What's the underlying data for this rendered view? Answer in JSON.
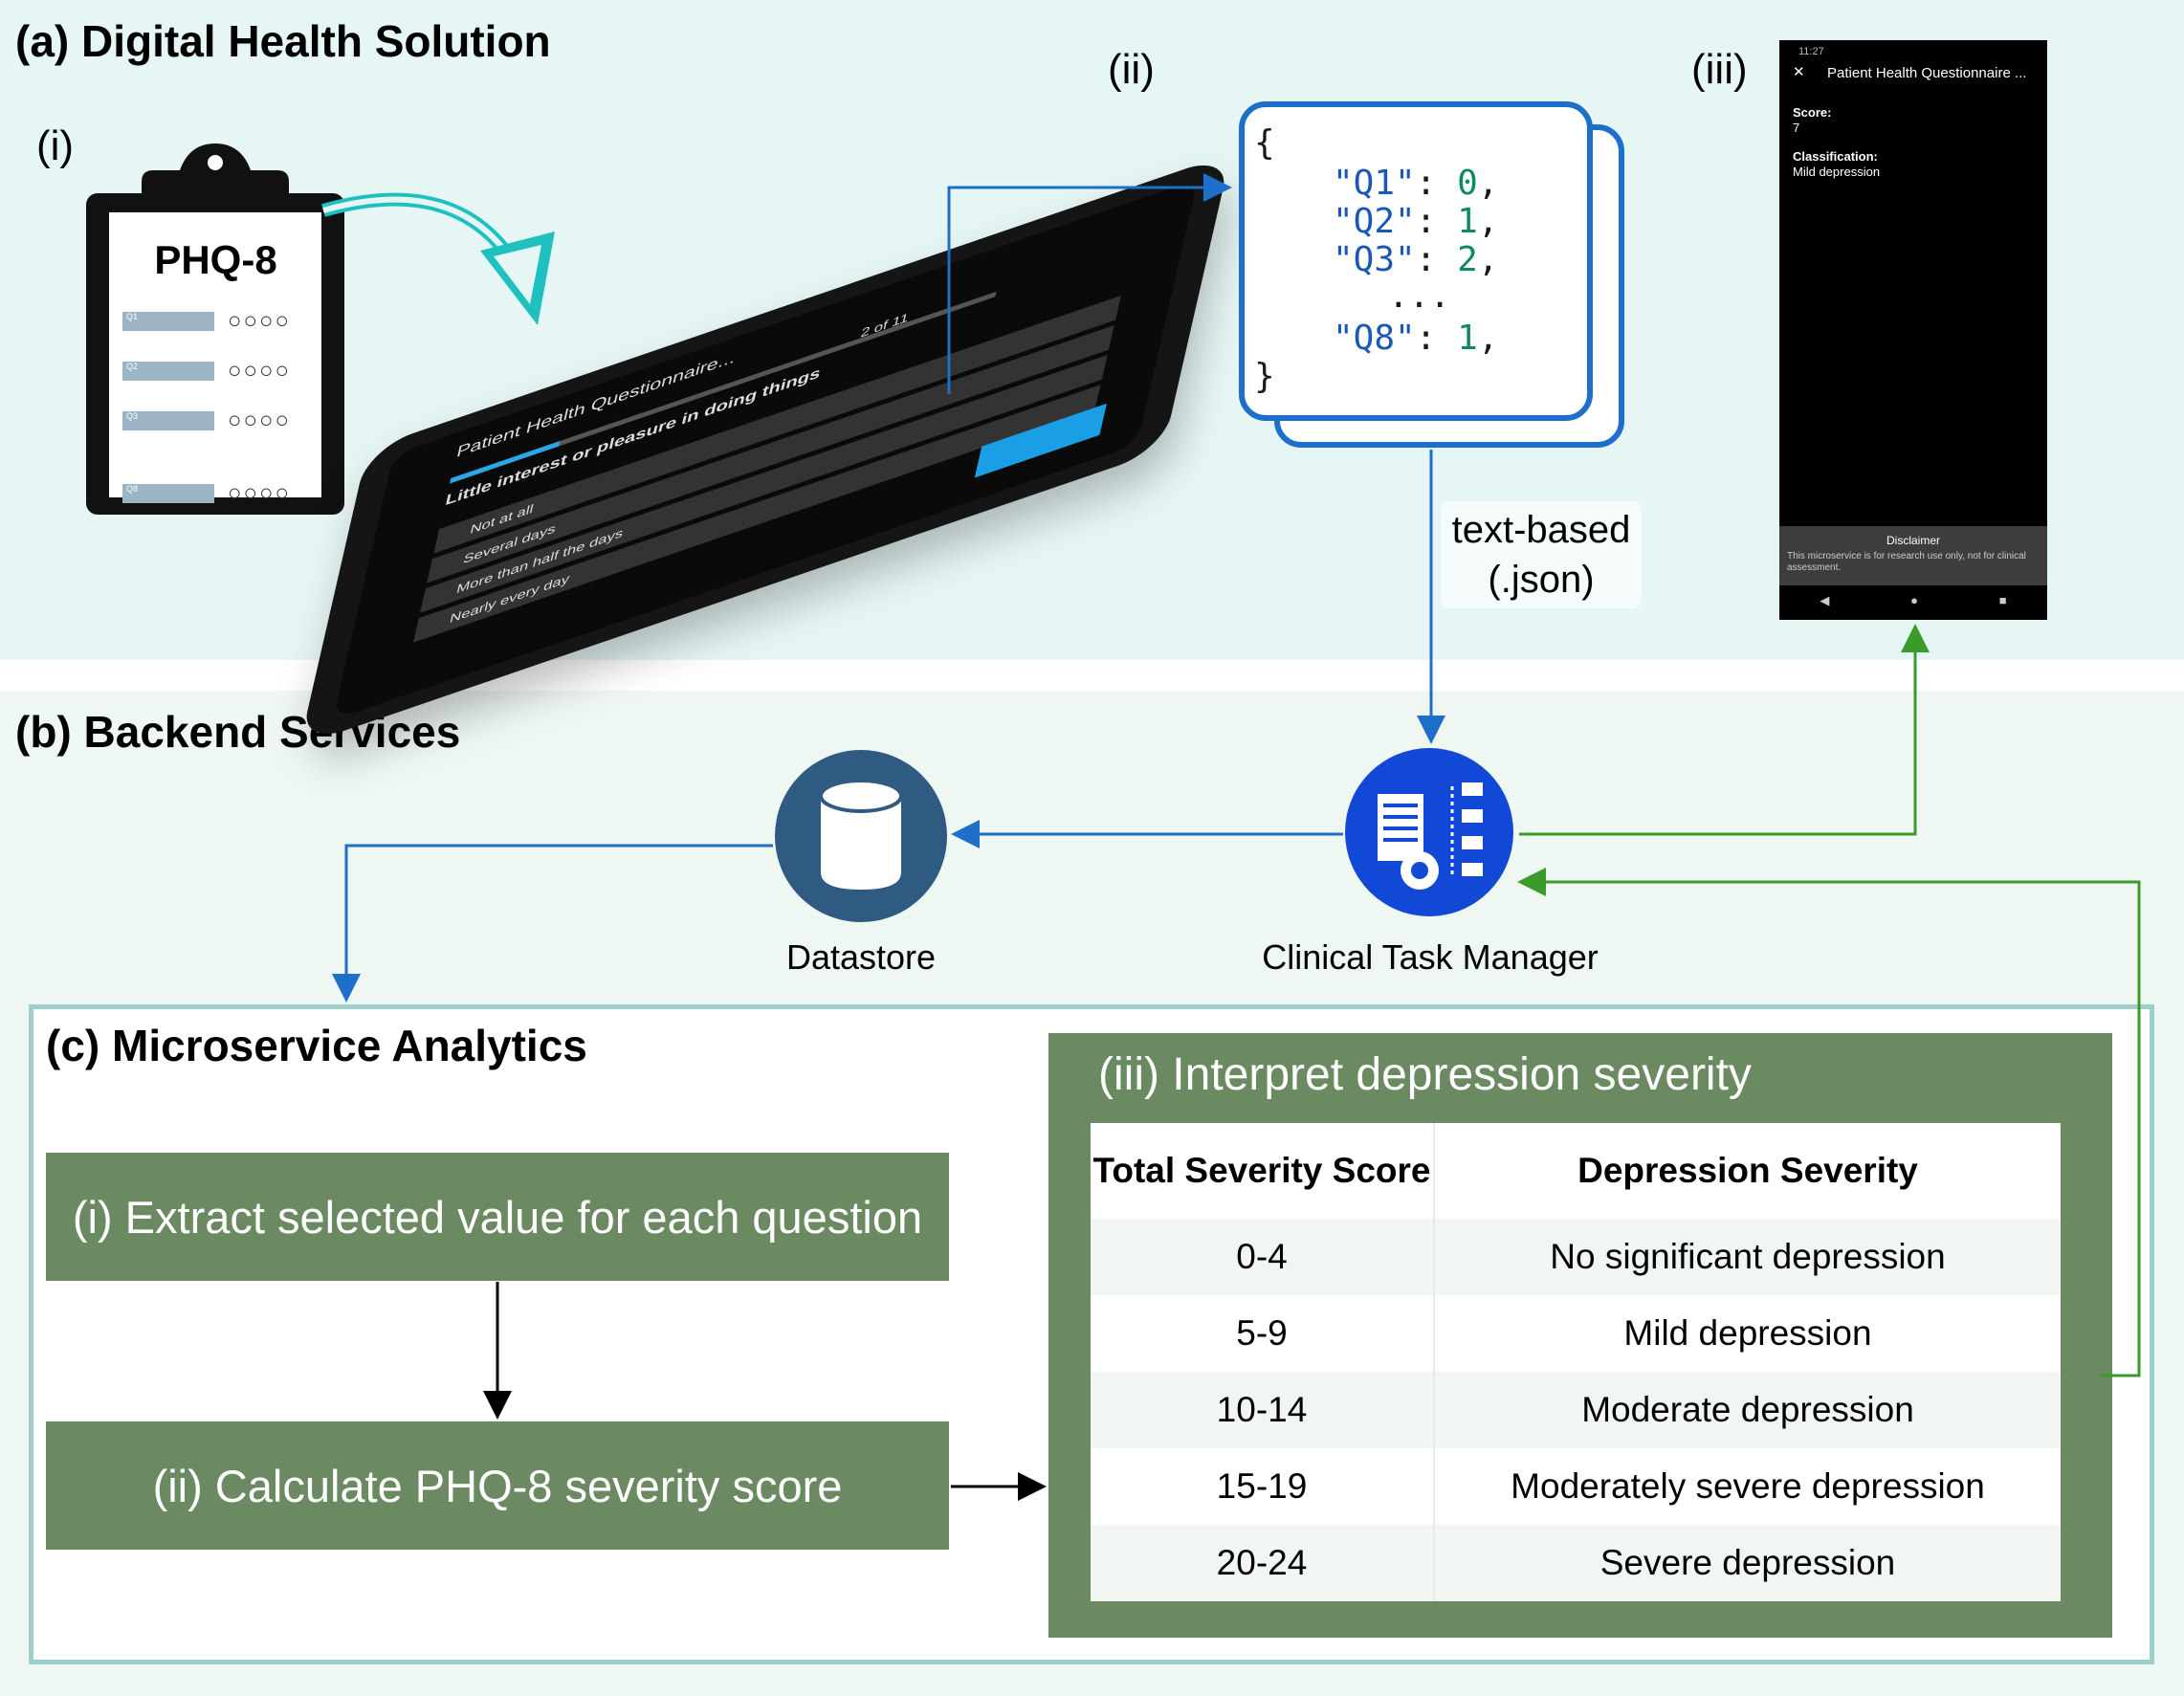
{
  "section_a": {
    "title": "(a) Digital Health Solution",
    "label_i": "(i)",
    "label_ii": "(ii)",
    "label_iii": "(iii)",
    "clipboard": {
      "title": "PHQ-8",
      "rows": [
        "Q1",
        "Q2",
        "Q3",
        "Q8"
      ]
    },
    "phone": {
      "header": "Patient Health Questionnaire...",
      "progress": "2 of 11",
      "question": "Little interest or pleasure in doing things",
      "options": [
        "Not at all",
        "Several days",
        "More than half the days",
        "Nearly every day"
      ]
    },
    "json_lines": [
      {
        "key": "\"Q1\"",
        "value": "0"
      },
      {
        "key": "\"Q2\"",
        "value": "1"
      },
      {
        "key": "\"Q3\"",
        "value": "2"
      },
      {
        "key": "\"Q8\"",
        "value": "1"
      }
    ],
    "json_open": "{",
    "json_close": "}",
    "json_ellipsis": "...",
    "text_based_label": [
      "text-based",
      "(.json)"
    ],
    "result_screen": {
      "status_time": "11:27",
      "title": "Patient Health Questionnaire ...",
      "score_label": "Score:",
      "score_value": "7",
      "classification_label": "Classification:",
      "classification_value": "Mild depression",
      "disclaimer_title": "Disclaimer",
      "disclaimer_text": "This microservice is for research use only, not for clinical assessment.",
      "nav_back": "◀",
      "nav_home": "●",
      "nav_recent": "■"
    }
  },
  "section_b": {
    "title": "(b) Backend Services",
    "datastore_label": "Datastore",
    "task_manager_label": "Clinical Task Manager"
  },
  "section_c": {
    "title": "(c) Microservice Analytics",
    "step_i": "(i) Extract selected value for each question",
    "step_ii": "(ii) Calculate PHQ-8 severity score",
    "step_iii": "(iii) Interpret depression severity",
    "table": {
      "headers": [
        "Total Severity Score",
        "Depression Severity"
      ],
      "rows": [
        {
          "score": "0-4",
          "severity": "No significant depression"
        },
        {
          "score": "5-9",
          "severity": "Mild depression"
        },
        {
          "score": "10-14",
          "severity": "Moderate depression"
        },
        {
          "score": "15-19",
          "severity": "Moderately severe depression"
        },
        {
          "score": "20-24",
          "severity": "Severe depression"
        }
      ]
    }
  },
  "colors": {
    "blue_arrow": "#1e6fc9",
    "green_arrow": "#3a9a2a",
    "green_box": "#6b8a62",
    "datastore_circle": "#2f5a82",
    "task_manager_circle": "#1149d6"
  }
}
